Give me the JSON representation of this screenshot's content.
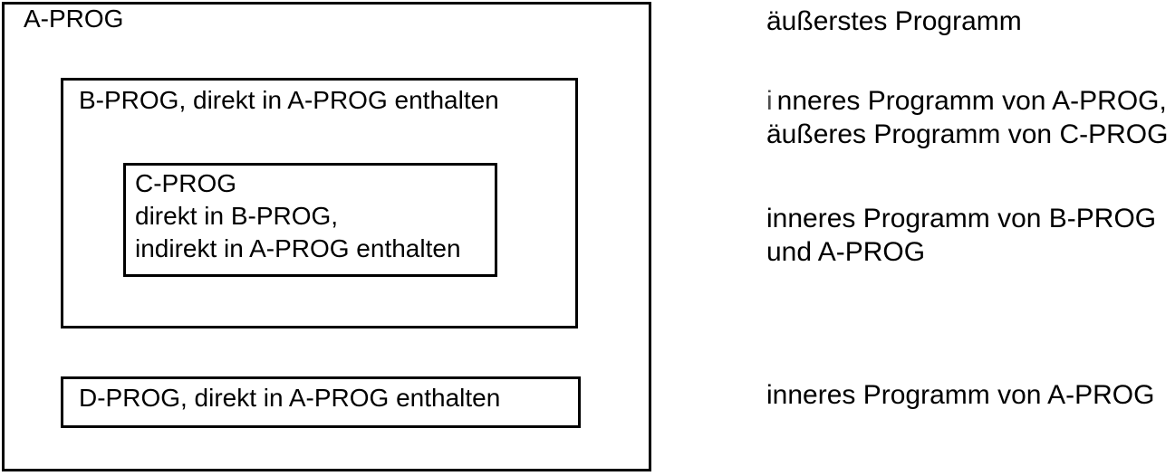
{
  "colors": {
    "background": "#ffffff",
    "line": "#000000",
    "text": "#000000",
    "muted_prefix": "#4d4d4d"
  },
  "diagram": {
    "a_prog_label": "A-PROG",
    "b_prog_label": "B-PROG, direkt in A-PROG enthalten",
    "c_prog_lines": [
      "C-PROG",
      "direkt in B-PROG,",
      "indirekt in A-PROG enthalten"
    ],
    "d_prog_label": "D-PROG, direkt in A-PROG enthalten"
  },
  "annotations": {
    "outermost": "äußerstes Programm",
    "b_inner_prefix": "i",
    "b_inner_line1": "nneres Programm von A-PROG,",
    "b_inner_line2": "äußeres Programm von C-PROG",
    "c_inner_line1": "inneres Programm von B-PROG",
    "c_inner_line2": "und A-PROG",
    "d_inner": "inneres Programm von A-PROG"
  }
}
